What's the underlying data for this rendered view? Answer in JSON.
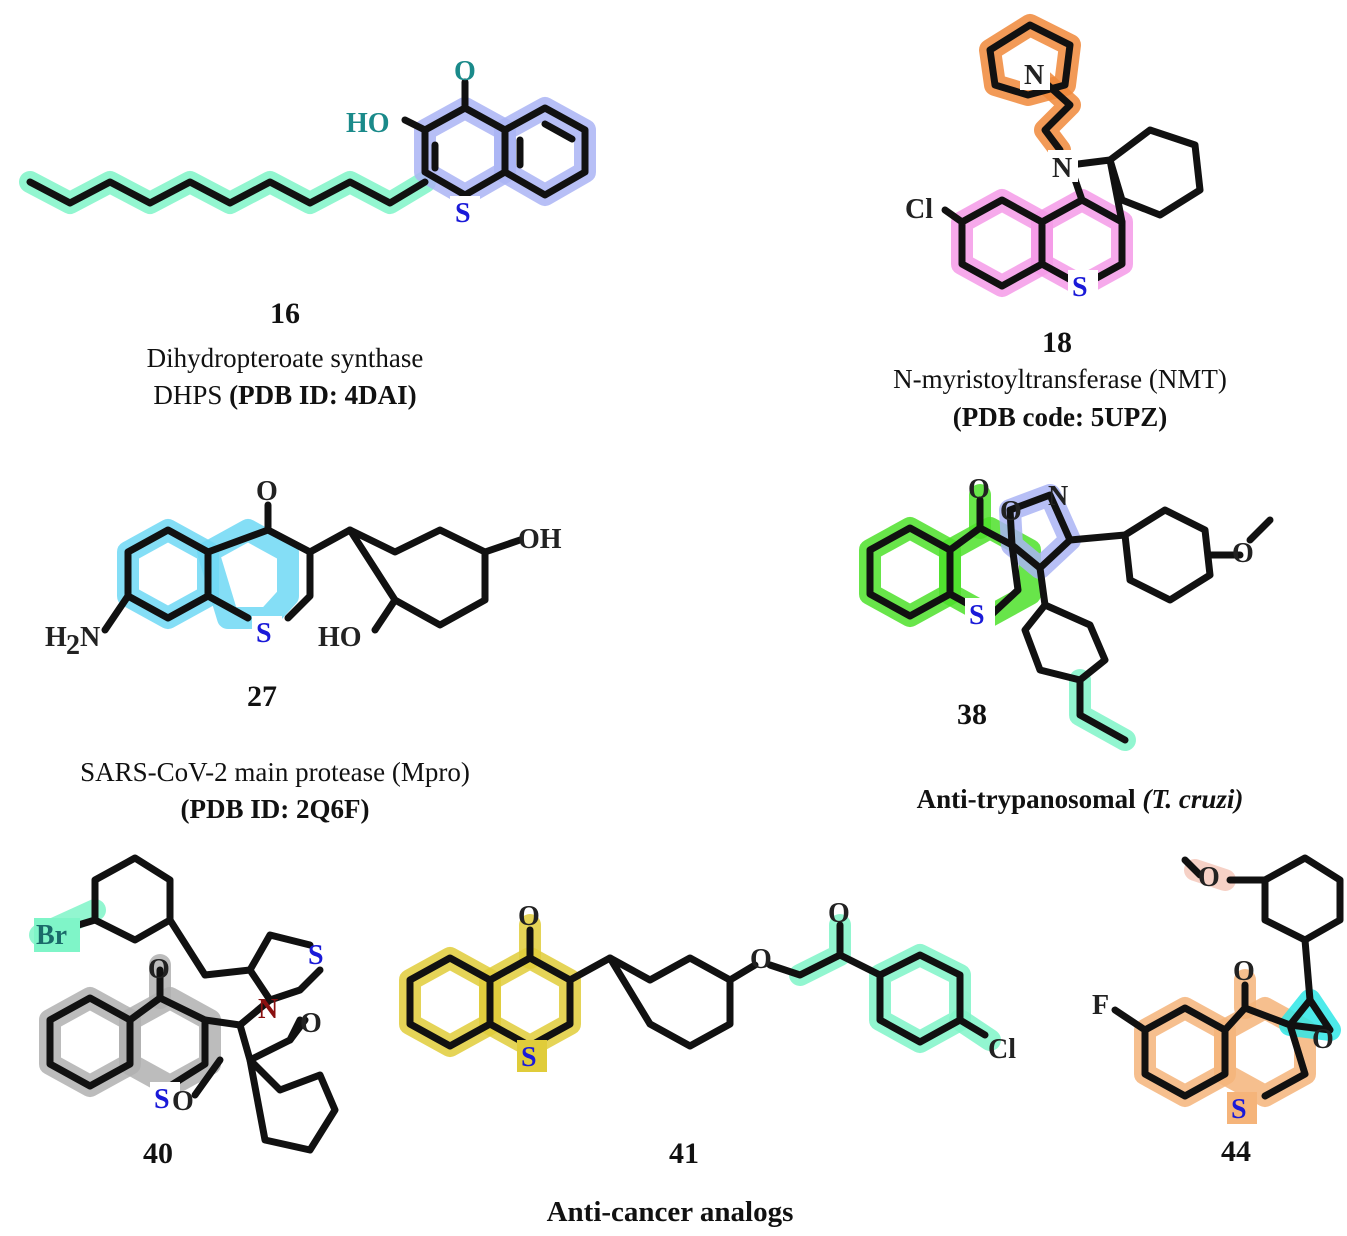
{
  "compounds": [
    {
      "number": "16",
      "target_line1": "Dihydropteroate synthase",
      "target_line2_plain": "DHPS ",
      "target_line2_bold": "(PDB ID: 4DAI)"
    },
    {
      "number": "18",
      "target_line1": "N-myristoyltransferase (NMT)",
      "target_line2_bold": "(PDB code: 5UPZ)"
    },
    {
      "number": "27",
      "target_line1": "SARS-CoV-2 main protease (Mpro)",
      "target_line2_bold": "(PDB ID: 2Q6F)"
    },
    {
      "number": "38",
      "activity_bold": "Anti-trypanosomal ",
      "activity_italic": "(T. cruzi)"
    },
    {
      "number": "40"
    },
    {
      "number": "41"
    },
    {
      "number": "44"
    }
  ],
  "group_label": "Anti-cancer analogs",
  "atom_labels": {
    "O": "O",
    "HO": "HO",
    "S": "S",
    "N": "N",
    "Cl": "Cl",
    "OH": "OH",
    "H2N_H": "H",
    "H2N_2": "2",
    "H2N_N": "N",
    "ON": "O",
    "Br": "Br",
    "F": "F"
  },
  "colors": {
    "green": "#7ff5c8",
    "lavender": "#aab4f5",
    "orange": "#f0883a",
    "pink": "#f59ae8",
    "cyan": "#6fd8f5",
    "lime": "#4ee02a",
    "gray": "#b0b0b0",
    "yellow": "#e0cc3a",
    "peach": "#f5b47a",
    "aqua": "#2ee6e6",
    "salmon": "#f5c9bc",
    "atom_teal": "#1a8a8a",
    "atom_blue": "#1a1ad8",
    "atom_dark": "#222",
    "atom_red": "#8a1010"
  }
}
